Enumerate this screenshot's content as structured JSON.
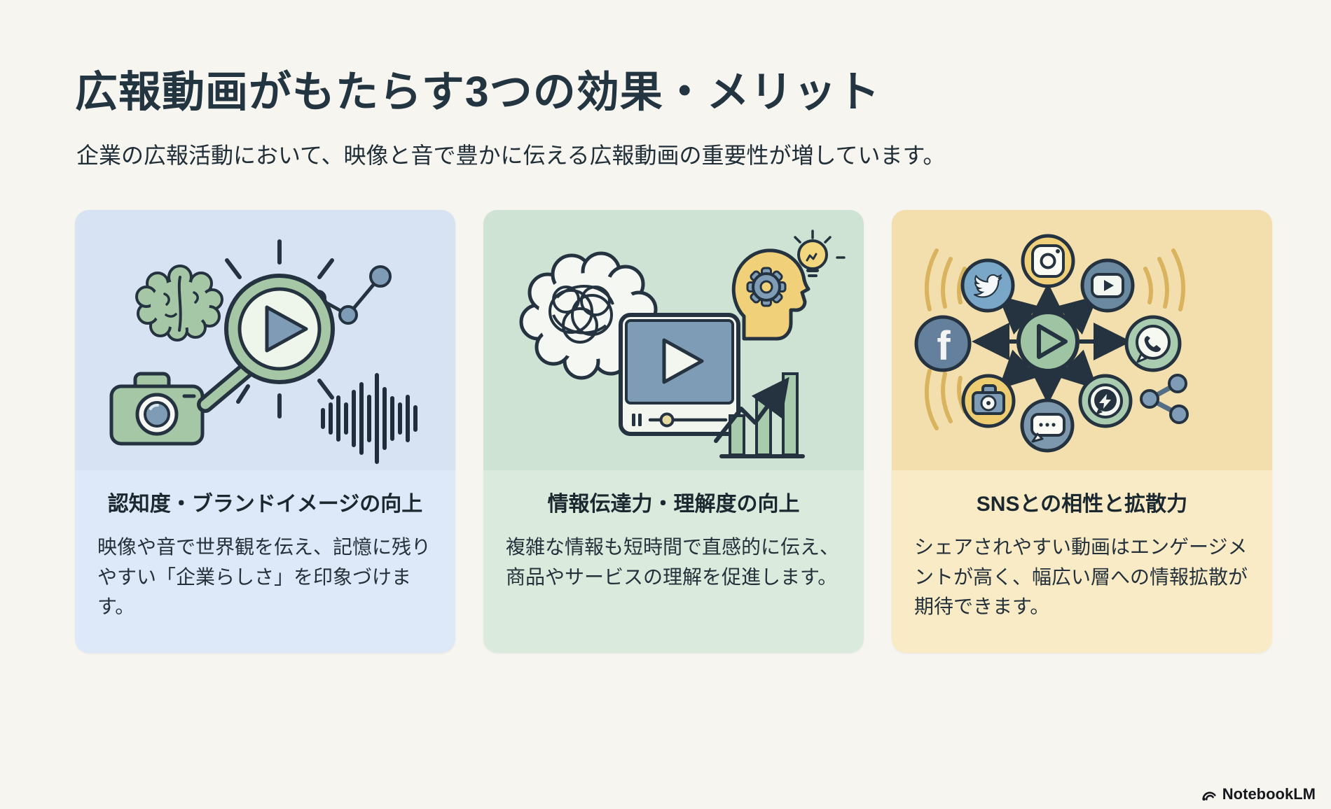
{
  "page": {
    "title": "広報動画がもたらす3つの効果・メリット",
    "subtitle": "企業の広報活動において、映像と音で豊かに伝える広報動画の重要性が増しています。",
    "background": "#f7f5f0"
  },
  "palette": {
    "outline": "#24333f",
    "green": "#a5c7a5",
    "blue_gray": "#7f9cb6",
    "yellow": "#f0d078",
    "gold_arc": "#d9b35e",
    "navy": "#1f2e3a"
  },
  "cards": [
    {
      "id": "awareness",
      "heading": "認知度・ブランドイメージの向上",
      "body": "映像や音で世界観を伝え、記憶に残りやすい「企業らしさ」を印象づけます。",
      "icons": [
        "brain-icon",
        "magnifier-play-icon",
        "camera-icon",
        "growth-line-icon",
        "audio-waveform-icon"
      ],
      "colors": {
        "illustration_bg": "#d7e3f3",
        "text_bg": "#dde9f8"
      }
    },
    {
      "id": "communication",
      "heading": "情報伝達力・理解度の向上",
      "body": "複雑な情報も短時間で直感的に伝え、商品やサービスの理解を促進します。",
      "icons": [
        "tangled-thought-cloud-icon",
        "video-player-icon",
        "head-gear-icon",
        "lightbulb-icon",
        "rising-bar-chart-icon"
      ],
      "colors": {
        "illustration_bg": "#cfe3d4",
        "text_bg": "#daebde"
      }
    },
    {
      "id": "sns",
      "heading": "SNSとの相性と拡散力",
      "body": "シェアされやすい動画はエンゲージメントが高く、幅広い層への情報拡散が期待できます。",
      "icons": [
        "video-hub-icon",
        "twitter-icon",
        "instagram-icon",
        "youtube-icon",
        "facebook-icon",
        "whatsapp-icon",
        "camera-icon",
        "messenger-icon",
        "chat-bubble-icon",
        "share-icon",
        "signal-waves-icon"
      ],
      "colors": {
        "illustration_bg": "#f3dfad",
        "text_bg": "#f8ebc6"
      }
    }
  ],
  "footer": {
    "brand": "NotebookLM",
    "logo_icon": "notebooklm-logo"
  }
}
